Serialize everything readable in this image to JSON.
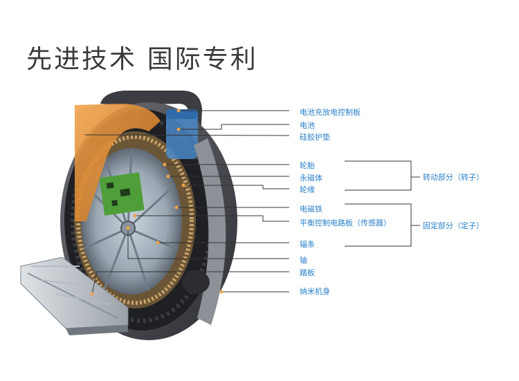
{
  "title": "先进技术 国际专利",
  "accent_color": "#2a80c8",
  "line_color": "#333333",
  "labels": [
    {
      "id": "battery-board",
      "text": "电池充放电控制板"
    },
    {
      "id": "battery",
      "text": "电池"
    },
    {
      "id": "silicone-pad",
      "text": "硅胶护垫"
    },
    {
      "id": "tire",
      "text": "轮胎"
    },
    {
      "id": "magnet",
      "text": "永磁体"
    },
    {
      "id": "rim",
      "text": "轮缘"
    },
    {
      "id": "iron-core",
      "text": "电磁铁"
    },
    {
      "id": "balance-board",
      "text": "平衡控制电路板（传感器）"
    },
    {
      "id": "spoke",
      "text": "辐条"
    },
    {
      "id": "axle",
      "text": "轴"
    },
    {
      "id": "pedal",
      "text": "踏板"
    },
    {
      "id": "nano-body",
      "text": "纳米机身"
    }
  ],
  "groups": [
    {
      "id": "rotor",
      "text": "转动部分（转子）"
    },
    {
      "id": "stator",
      "text": "固定部分（定子）"
    }
  ]
}
